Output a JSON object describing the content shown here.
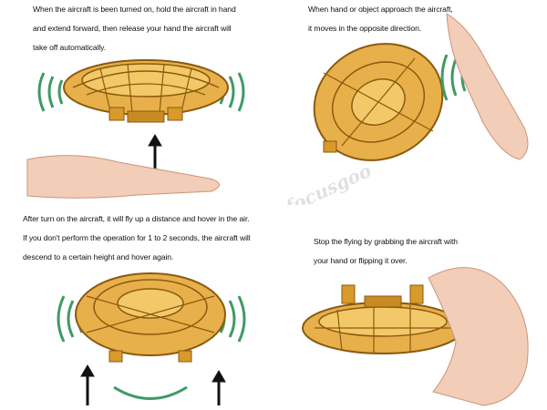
{
  "panels": [
    {
      "id": "takeoff",
      "lines": [
        "When the aircraft is been turned on, hold the aircraft in hand",
        "and extend forward, then release your hand the aircraft will",
        "take off automatically."
      ]
    },
    {
      "id": "avoid",
      "lines": [
        "When hand or object approach the aircraft,",
        "it moves in the opposite direction."
      ]
    },
    {
      "id": "hover",
      "lines": [
        "After turn on the aircraft, it will fly up a distance and hover in the air.",
        "If you don't perform the operation for 1 to 2 seconds, the aircraft will",
        "descend to a certain height and hover again."
      ]
    },
    {
      "id": "stop",
      "lines": [
        "Stop the flying by grabbing the aircraft with",
        "your hand or flipping it over."
      ]
    }
  ],
  "watermark": "focusgoo",
  "colors": {
    "drone_gold": "#d99a2b",
    "drone_dark": "#8a5a10",
    "signal_green": "#3f9a63",
    "skin": "#f2cdb8",
    "arrow": "#111111"
  }
}
